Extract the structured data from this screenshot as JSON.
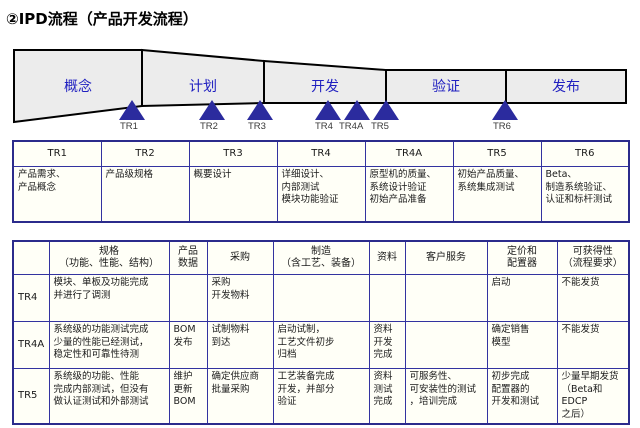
{
  "page": {
    "title": "②IPD流程（产品开发流程）"
  },
  "colors": {
    "phase_text": "#2020c0",
    "funnel_fill": "#ececec",
    "funnel_stroke": "#000000",
    "marker_fill": "#2b2b9e",
    "table_border": "#2b2b8c",
    "table_bg": "#fffff7",
    "title_text": "#000000"
  },
  "funnel": {
    "phases": [
      {
        "label": "概念"
      },
      {
        "label": "计划"
      },
      {
        "label": "开发"
      },
      {
        "label": "验证"
      },
      {
        "label": "发布"
      }
    ],
    "markers": [
      {
        "label": "TR1"
      },
      {
        "label": "TR2"
      },
      {
        "label": "TR3"
      },
      {
        "label": "TR4"
      },
      {
        "label": "TR4A"
      },
      {
        "label": "TR5"
      },
      {
        "label": "TR6"
      }
    ]
  },
  "tr_summary": {
    "headers": [
      "TR1",
      "TR2",
      "TR3",
      "TR4",
      "TR4A",
      "TR5",
      "TR6"
    ],
    "contents": [
      [
        "产品需求、",
        "产品概念"
      ],
      [
        "产品级规格"
      ],
      [
        "概要设计"
      ],
      [
        "详细设计、",
        "内部测试",
        "模块功能验证"
      ],
      [
        "原型机的质量、",
        "系统设计验证",
        "初始产品准备"
      ],
      [
        "初始产品质量、",
        "系统集成测试"
      ],
      [
        "Beta、",
        "制造系统验证、",
        "认证和标杆测试"
      ]
    ]
  },
  "deliverables": {
    "headers": [
      {
        "lines": [
          ""
        ]
      },
      {
        "lines": [
          "规格",
          "（功能、性能、结构）"
        ]
      },
      {
        "lines": [
          "产品",
          "数据"
        ]
      },
      {
        "lines": [
          "采购"
        ]
      },
      {
        "lines": [
          "制造",
          "（含工艺、装备）"
        ]
      },
      {
        "lines": [
          "资料"
        ]
      },
      {
        "lines": [
          "客户服务"
        ]
      },
      {
        "lines": [
          "定价和",
          "配置器"
        ]
      },
      {
        "lines": [
          "可获得性",
          "（流程要求）"
        ]
      }
    ],
    "rows": [
      {
        "label": "TR4",
        "cells": [
          [
            "模块、单板及功能完成",
            "并进行了调测"
          ],
          [
            ""
          ],
          [
            "采购",
            "开发物料"
          ],
          [
            ""
          ],
          [
            ""
          ],
          [
            ""
          ],
          [
            "启动"
          ],
          [
            "不能发货"
          ]
        ]
      },
      {
        "label": "TR4A",
        "cells": [
          [
            "系统级的功能测试完成",
            "少量的性能已经测试，",
            "稳定性和可靠性待测"
          ],
          [
            "BOM",
            "发布"
          ],
          [
            "试制物料",
            "到达"
          ],
          [
            "启动试制，",
            "工艺文件初步",
            "归档"
          ],
          [
            "资料",
            "开发",
            "完成"
          ],
          [
            ""
          ],
          [
            "确定销售",
            "模型"
          ],
          [
            "不能发货"
          ]
        ]
      },
      {
        "label": "TR5",
        "cells": [
          [
            "系统级的功能、性能",
            "完成内部测试，但没有",
            "做认证测试和外部测试"
          ],
          [
            "维护",
            "更新",
            "BOM"
          ],
          [
            "确定供应商",
            "批量采购"
          ],
          [
            "工艺装备完成",
            "开发，并部分",
            "验证"
          ],
          [
            "资料",
            "测试",
            "完成"
          ],
          [
            "可服务性、",
            "可安装性的测试",
            "，培训完成"
          ],
          [
            "初步完成",
            "配置器的",
            "开发和测试"
          ],
          [
            "少量早期发货",
            "（Beta和EDCP",
            "之后）"
          ]
        ]
      }
    ]
  }
}
